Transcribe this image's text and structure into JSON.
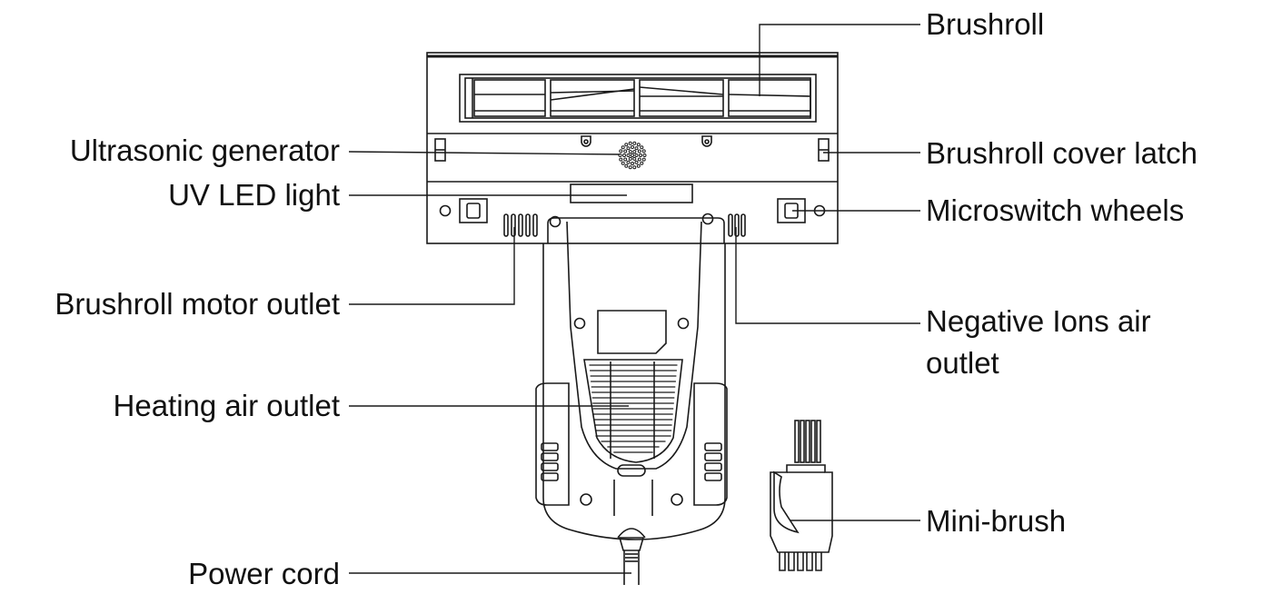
{
  "labels": {
    "brushroll": "Brushroll",
    "ultrasonic_generator": "Ultrasonic generator",
    "brushroll_cover_latch": "Brushroll cover latch",
    "uv_led_light": "UV LED light",
    "microswitch_wheels": "Microswitch wheels",
    "brushroll_motor_outlet": "Brushroll motor outlet",
    "negative_ions_air_outlet": "Negative Ions air outlet",
    "heating_air_outlet": "Heating air outlet",
    "mini_brush": "Mini-brush",
    "power_cord": "Power cord"
  }
}
